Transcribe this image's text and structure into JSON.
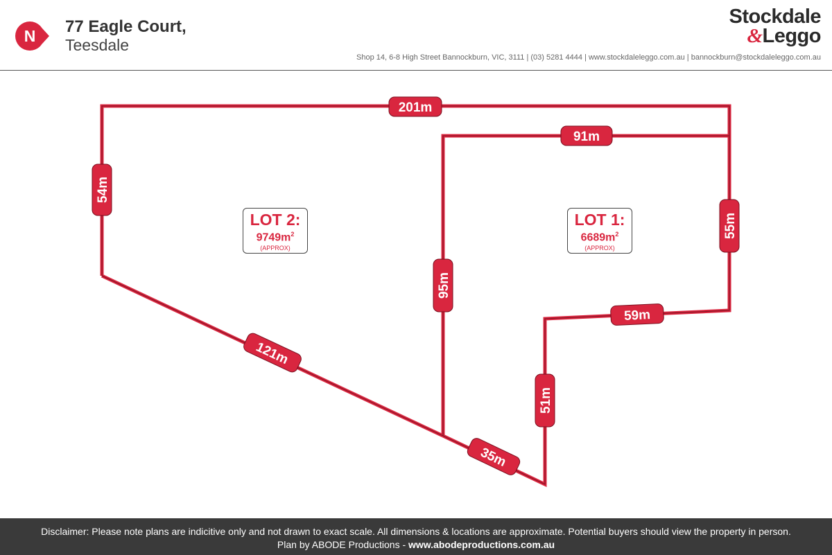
{
  "header": {
    "address_line1": "77 Eagle Court,",
    "address_line2": "Teesdale",
    "north_glyph": "N",
    "north_icon": "north-arrow-icon",
    "brand_line1": "Stockdale",
    "brand_amp": "&",
    "brand_line2": "Leggo",
    "contact": "Shop 14, 6-8 High Street Bannockburn, VIC, 3111 | (03) 5281 4444 | www.stockdaleleggo.com.au | bannockburn@stockdaleleggo.com.au"
  },
  "lots": [
    {
      "title": "LOT 2:",
      "area": "9749m",
      "area_sup": "2",
      "note": "(APPROX)"
    },
    {
      "title": "LOT 1:",
      "area": "6689m",
      "area_sup": "2",
      "note": "(APPROX)"
    }
  ],
  "dimensions": [
    "201m",
    "91m",
    "54m",
    "55m",
    "95m",
    "59m",
    "51m",
    "121m",
    "35m"
  ],
  "footer": {
    "disclaimer": "Disclaimer: Please note plans are indicitive only and not drawn to exact scale. All dimensions & locations are approximate. Potential buyers should view the property in person.",
    "credit_prefix": "Plan by ABODE Productions - ",
    "credit_link": "www.abodeproductions.com.au"
  },
  "colors": {
    "accent": "#d9263f",
    "footer_bg": "#3a3a3a"
  }
}
